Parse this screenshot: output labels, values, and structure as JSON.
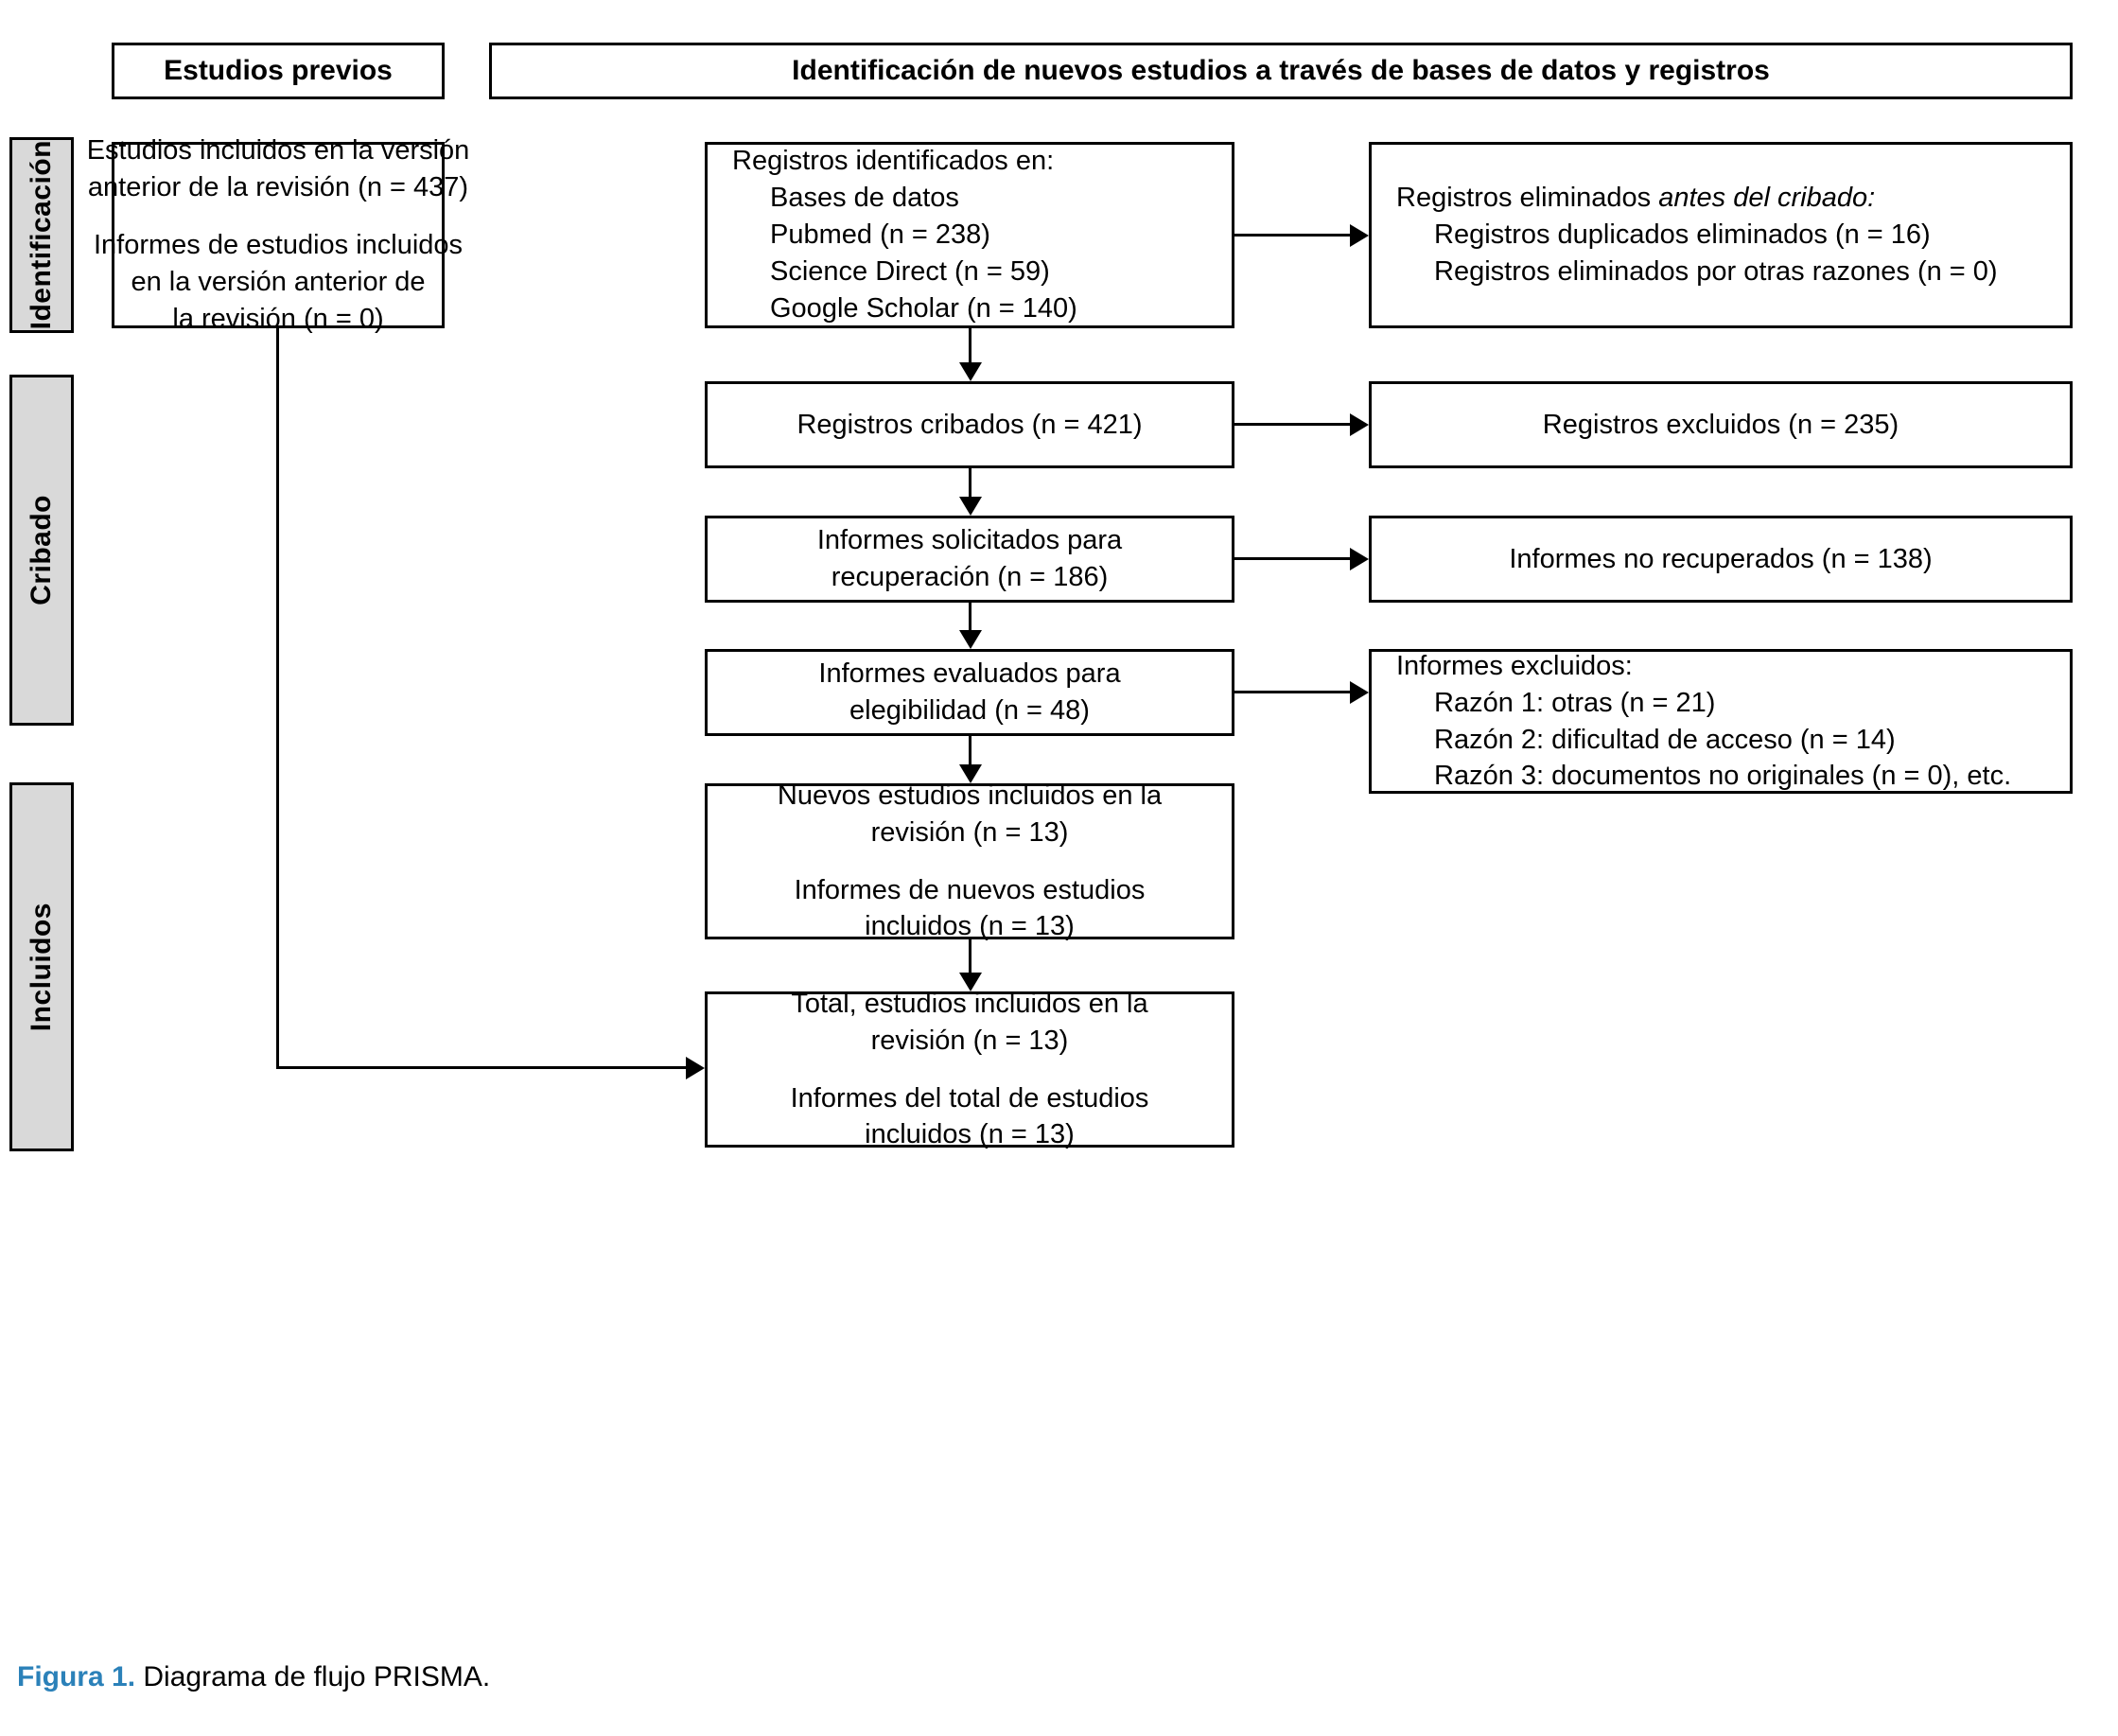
{
  "figure": {
    "label": "Figura 1.",
    "text": "Diagrama de flujo PRISMA.",
    "label_color": "#2b81b9"
  },
  "headers": {
    "previous_studies": "Estudios previos",
    "new_identification": "Identificación de nuevos estudios a través de bases de datos y registros"
  },
  "phases": [
    {
      "name": "Identificación",
      "label": "Identificación"
    },
    {
      "name": "Cribado",
      "label": "Cribado"
    },
    {
      "name": "Incluidos",
      "label": "Incluidos"
    }
  ],
  "boxes": {
    "previous_included": {
      "para1": [
        "Estudios incluidos en la versión",
        "anterior de la revisión (n = 437)"
      ],
      "para2": [
        "Informes de estudios incluidos",
        "en la versión anterior de",
        "la revisión (n = 0)"
      ]
    },
    "records_identified": {
      "title": "Registros identificados en:",
      "items": [
        "Bases de datos",
        "Pubmed (n = 238)",
        "Science Direct (n = 59)",
        "Google Scholar (n = 140)"
      ]
    },
    "records_removed": {
      "title_plain": "Registros eliminados ",
      "title_italic": "antes del cribado:",
      "items": [
        "Registros duplicados eliminados (n = 16)",
        "Registros eliminados por otras razones (n = 0)"
      ]
    },
    "records_screened": {
      "lines": [
        "Registros cribados (n = 421)"
      ]
    },
    "records_excluded": {
      "lines": [
        "Registros excluidos (n = 235)"
      ]
    },
    "reports_sought": {
      "lines": [
        "Informes solicitados para",
        "recuperación (n = 186)"
      ]
    },
    "reports_not_retrieved": {
      "lines": [
        "Informes no recuperados (n = 138)"
      ]
    },
    "reports_assessed": {
      "lines": [
        "Informes evaluados para",
        "elegibilidad (n = 48)"
      ]
    },
    "reports_excluded": {
      "title": "Informes excluidos:",
      "items": [
        "Razón 1: otras (n = 21)",
        "Razón 2: dificultad de acceso (n = 14)",
        "Razón 3: documentos no originales (n = 0), etc."
      ]
    },
    "new_studies_included": {
      "para1": [
        "Nuevos estudios incluidos en la",
        "revisión (n = 13)"
      ],
      "para2": [
        "Informes de nuevos estudios",
        "incluidos (n = 13)"
      ]
    },
    "total_included": {
      "para1": [
        "Total, estudios incluidos en la",
        "revisión (n = 13)"
      ],
      "para2": [
        "Informes del total de estudios",
        "incluidos (n = 13)"
      ]
    }
  }
}
